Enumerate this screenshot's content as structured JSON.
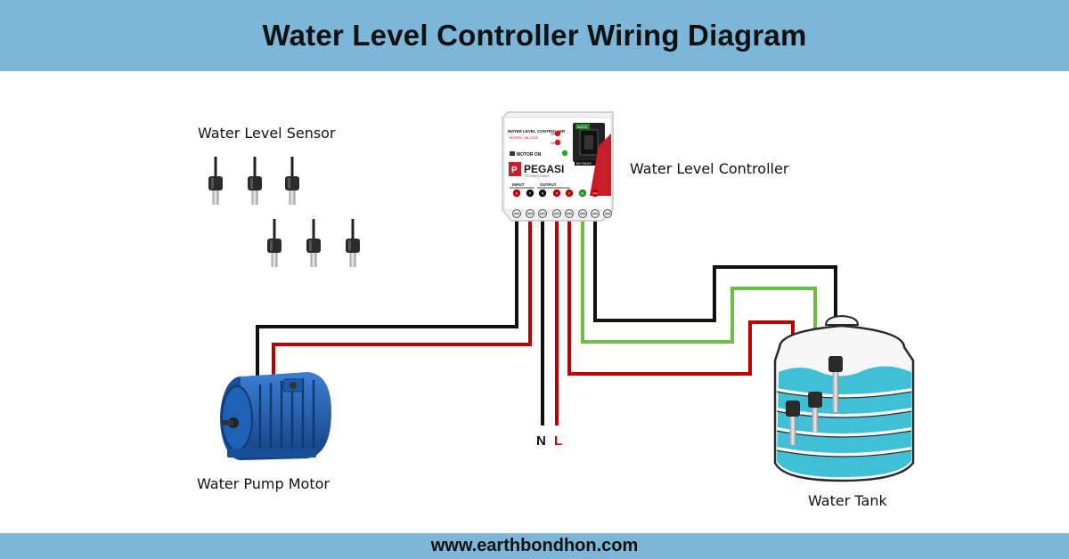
{
  "header": {
    "title": "Water Level Controller Wiring Diagram"
  },
  "labels": {
    "sensor": "Water Level Sensor",
    "controller": "Water Level Controller",
    "motor": "Water Pump Motor",
    "tank": "Water Tank"
  },
  "supply": {
    "neutral": "N",
    "live": "L"
  },
  "controller_panel": {
    "title": "WATER LEVEL CONTROLLER",
    "model": "MODEL: WLC118",
    "brand": "PEGASI",
    "brand_sub": "TECHNOLOGIES",
    "motor_on": "MOTOR ON",
    "auto": "AUTO",
    "bypass": "BY PASS",
    "input": "INPUT",
    "output": "OUTPUT",
    "on_led": "ON",
    "ol_led": "OL",
    "terminals": [
      "N",
      "P",
      "N",
      "P",
      "C",
      "OL",
      "ON"
    ]
  },
  "colors": {
    "header_bar": "#7cb6d8",
    "wire_black": "#111111",
    "wire_red": "#c00000",
    "wire_green": "#6fbe44",
    "water": "#3fc0d6",
    "motor": "#1f5fb0"
  },
  "footer": {
    "url": "www.earthbondhon.com"
  }
}
